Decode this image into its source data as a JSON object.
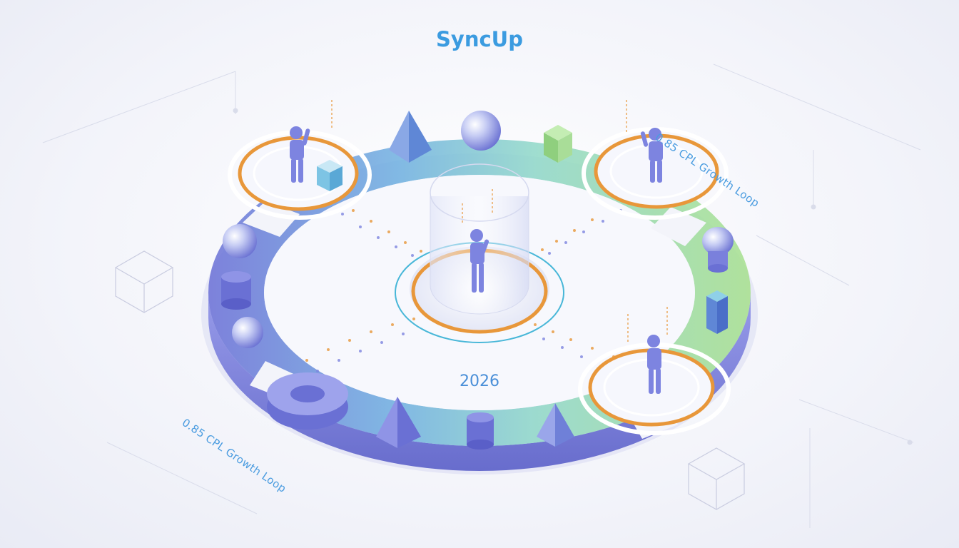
{
  "header": {
    "title": "SyncUp"
  },
  "center": {
    "year": "2026"
  },
  "labels": {
    "top_right": "0.85 CPL Growth Loop",
    "bottom_left": "0.85 CPL Growth Loop"
  },
  "colors": {
    "title": "#3b9be0",
    "accent_ring": "#e8973a",
    "ring_purple": "#6a6fd6",
    "ring_teal": "#7fd3d6",
    "ring_green": "#9fdc8f",
    "figure": "#7d84e0"
  },
  "nodes": [
    {
      "id": "center-hub",
      "icon": "person-figure"
    },
    {
      "id": "node-top-left",
      "icon": "person-figure"
    },
    {
      "id": "node-top-right",
      "icon": "person-figure"
    },
    {
      "id": "node-bottom-right",
      "icon": "person-figure"
    }
  ]
}
